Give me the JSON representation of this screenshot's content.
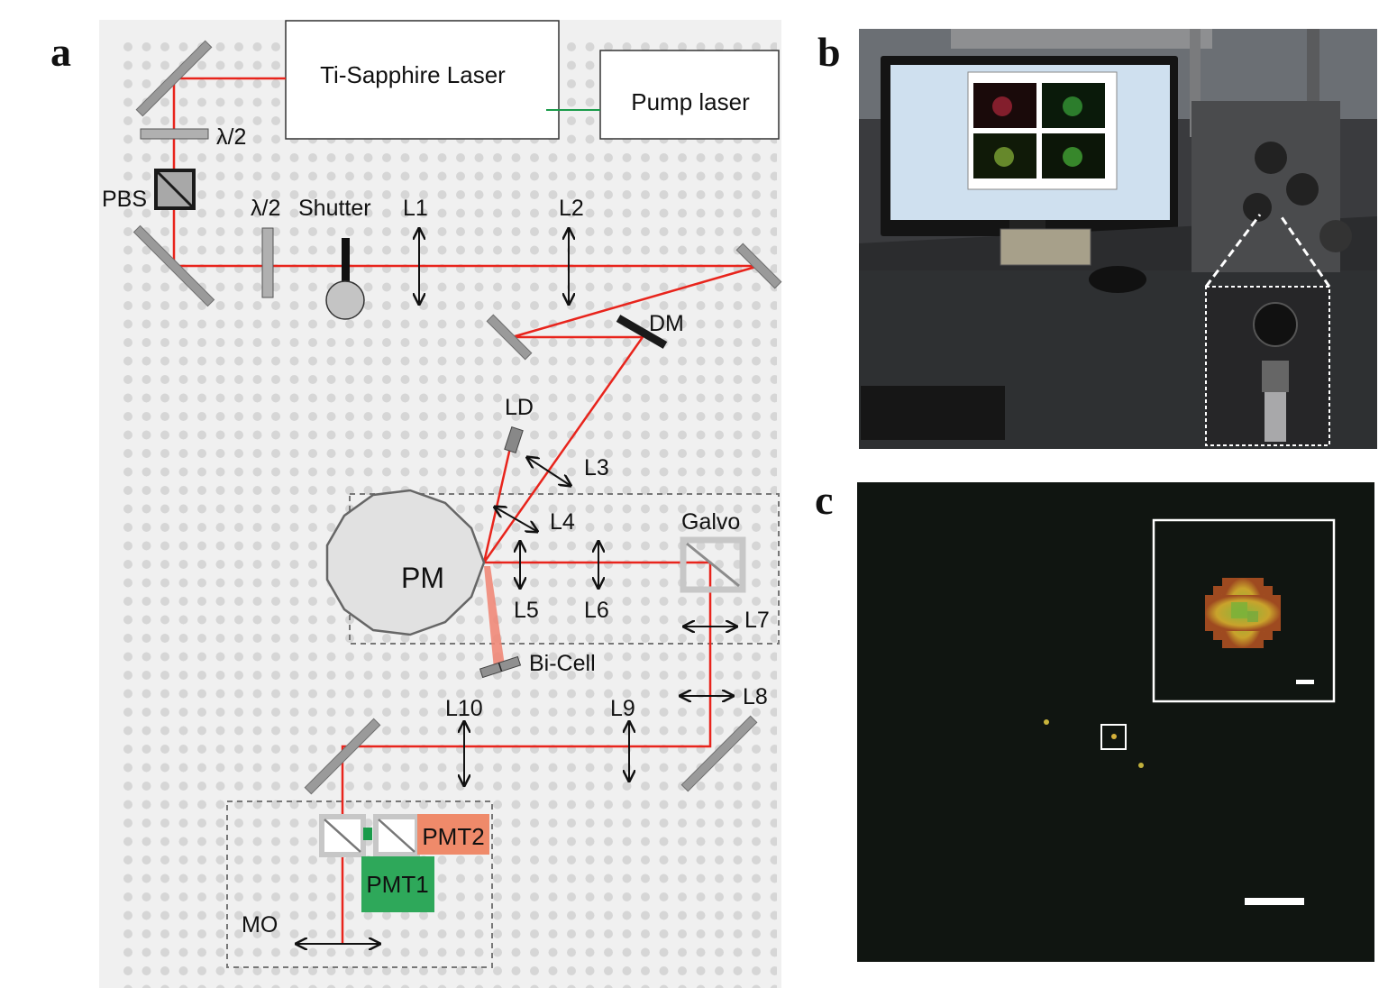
{
  "panels": {
    "a": "a",
    "b": "b",
    "c": "c"
  },
  "boxes": {
    "ti_sapphire": "Ti-Sapphire Laser",
    "pump": "Pump laser",
    "pm": "PM",
    "pmt1": "PMT1",
    "pmt2": "PMT2"
  },
  "labels": {
    "half_wave_1": "λ/2",
    "pbs": "PBS",
    "half_wave_2": "λ/2",
    "shutter": "Shutter",
    "l1": "L1",
    "l2": "L2",
    "dm": "DM",
    "ld": "LD",
    "l3": "L3",
    "l4": "L4",
    "galvo": "Galvo",
    "l5": "L5",
    "l6": "L6",
    "l7": "L7",
    "bicell": "Bi-Cell",
    "l8": "L8",
    "l9": "L9",
    "l10": "L10",
    "mo": "MO"
  },
  "colors": {
    "beam": "#e8241c",
    "pump_link": "#1a9b4a",
    "board": "#f0f0f0",
    "hole": "#d6d6d6",
    "pmt1": "#2ea85a",
    "pmt2": "#ef8a6a",
    "fluorescence_bg": "#101511"
  }
}
